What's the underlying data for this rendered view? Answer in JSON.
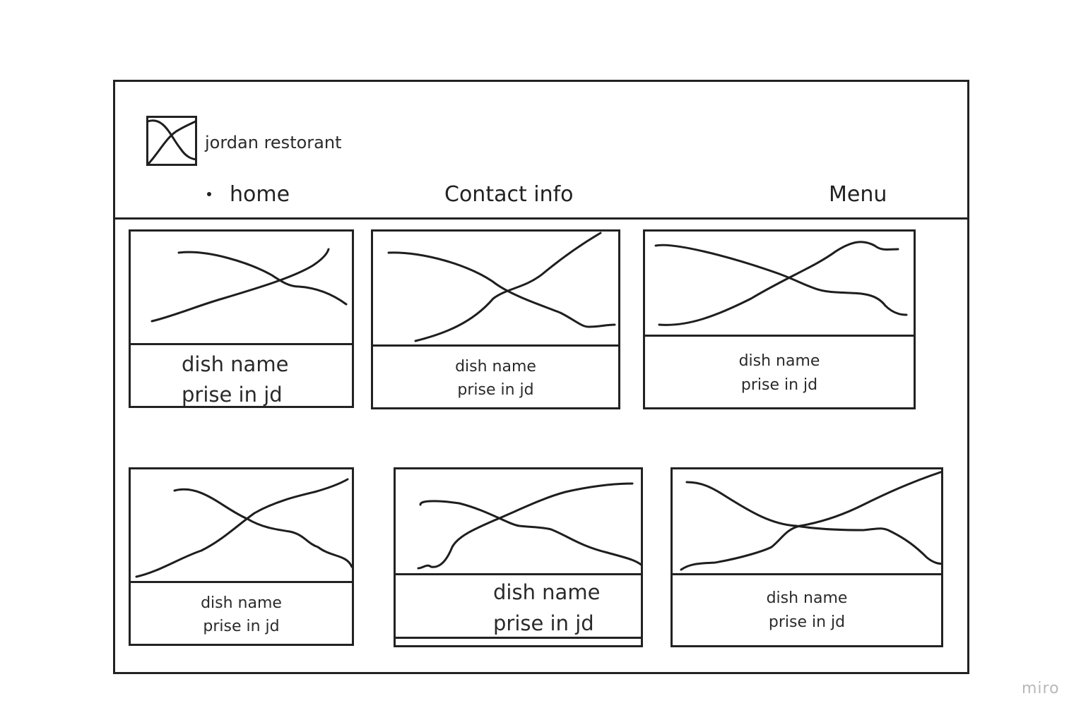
{
  "brand": {
    "name": "jordan restorant",
    "logo_icon": "image-placeholder-icon"
  },
  "nav": {
    "items": [
      {
        "label": "home"
      },
      {
        "label": "Contact info"
      },
      {
        "label": "Menu"
      }
    ]
  },
  "dishes": [
    {
      "name": "dish name",
      "price": "prise in jd",
      "image_icon": "image-placeholder-icon"
    },
    {
      "name": "dish name",
      "price": "prise in jd",
      "image_icon": "image-placeholder-icon"
    },
    {
      "name": "dish name",
      "price": "prise in jd",
      "image_icon": "image-placeholder-icon"
    },
    {
      "name": "dish name",
      "price": "prise in jd",
      "image_icon": "image-placeholder-icon"
    },
    {
      "name": "dish name",
      "price": "prise in jd",
      "image_icon": "image-placeholder-icon"
    },
    {
      "name": "dish name",
      "price": "prise in jd",
      "image_icon": "image-placeholder-icon"
    }
  ],
  "watermark": "miro",
  "colors": {
    "ink": "#222222",
    "background": "#ffffff",
    "watermark": "#b8b8b8"
  }
}
